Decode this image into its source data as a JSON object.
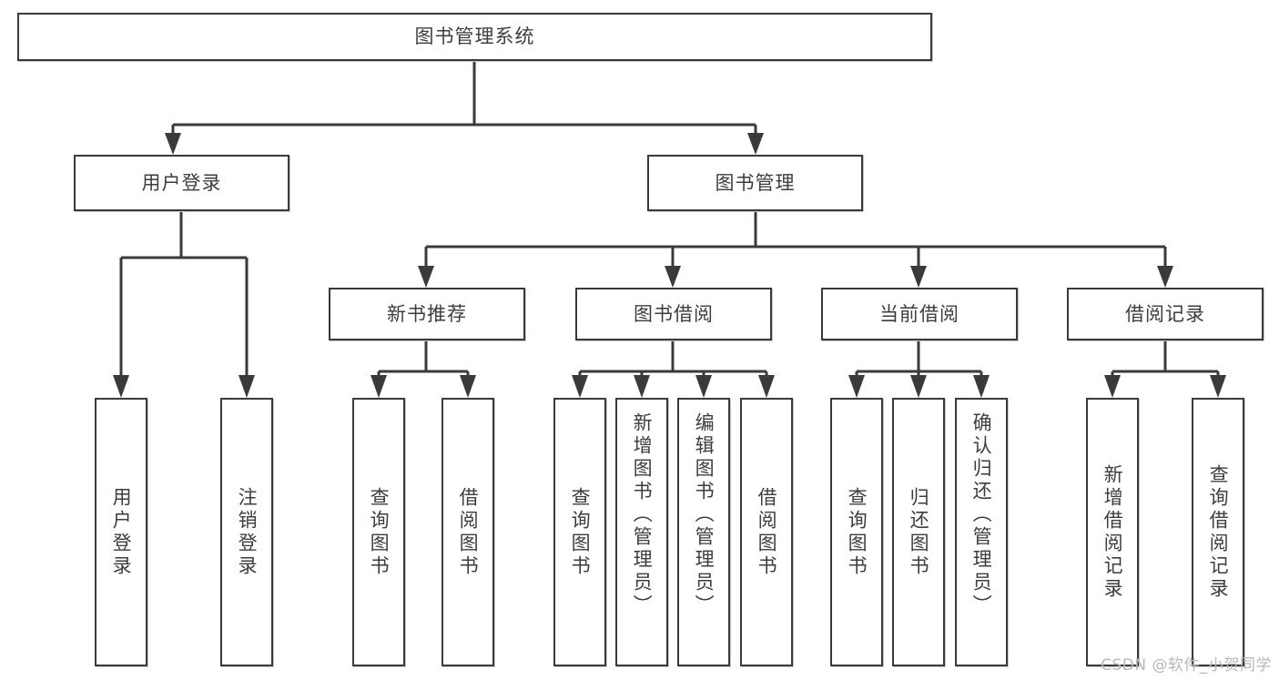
{
  "diagram": {
    "title": "图书管理系统",
    "type": "hierarchy-tree",
    "watermark": "CSDN @软件_小贺同学",
    "colors": {
      "border": "#3a3a3a",
      "text": "#3d3d3d",
      "background": "#ffffff",
      "watermark": "#b8b8b8"
    },
    "nodes": {
      "root": {
        "label": "图书管理系统"
      },
      "level2": [
        {
          "label": "用户登录"
        },
        {
          "label": "图书管理"
        }
      ],
      "level3": [
        {
          "label": "新书推荐"
        },
        {
          "label": "图书借阅"
        },
        {
          "label": "当前借阅"
        },
        {
          "label": "借阅记录"
        }
      ],
      "leaves": {
        "user_login": [
          {
            "label": "用户登录"
          },
          {
            "label": "注销登录"
          }
        ],
        "new_book": [
          {
            "label": "查询图书"
          },
          {
            "label": "借阅图书"
          }
        ],
        "book_borrow": [
          {
            "label": "查询图书"
          },
          {
            "label": "新增图书（管理员）"
          },
          {
            "label": "编辑图书（管理员）"
          },
          {
            "label": "借阅图书"
          }
        ],
        "current_borrow": [
          {
            "label": "查询图书"
          },
          {
            "label": "归还图书"
          },
          {
            "label": "确认归还（管理员）"
          }
        ],
        "borrow_record": [
          {
            "label": "新增借阅记录"
          },
          {
            "label": "查询借阅记录"
          }
        ]
      }
    }
  }
}
